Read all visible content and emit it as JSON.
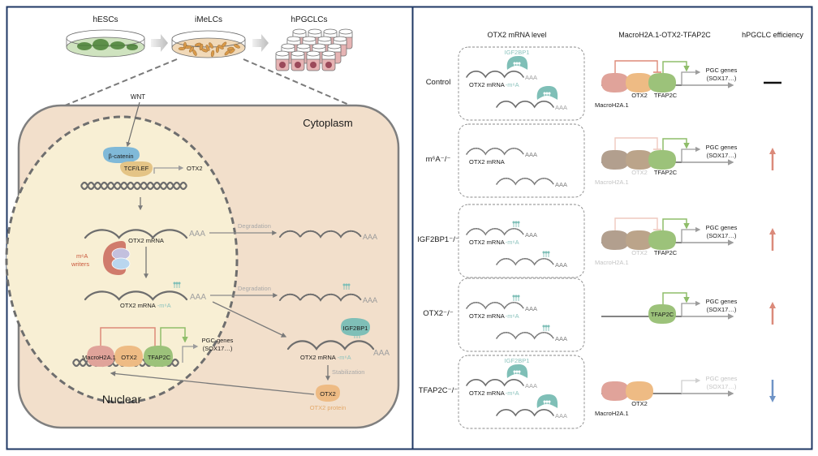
{
  "colors": {
    "frame": "#1f3864",
    "cytoplasm": "#f2dfcb",
    "nucleus": "#f8efd4",
    "outline": "#7f7f7f",
    "dna": "#6d6d6d",
    "text": "#1a1a1a",
    "gray_text": "#9a9a9a",
    "faded_text": "#c4c4c4",
    "teal": "#7fbfb7",
    "teal_text": "#8cc3bd",
    "macroh2a": "#e0a39a",
    "otx2": "#eebb84",
    "tfap2c": "#9cc27a",
    "faded_protein": "#b29f8e",
    "beta_catenin": "#80b9d8",
    "tcf_lef": "#e4c486",
    "writer_red": "#d07b6c",
    "writer_purple": "#c3c0de",
    "writer_blue": "#b9d6ef",
    "writers_text": "#c9573b",
    "otx2_protein_text": "#e3a96a",
    "up_arrow": "#db8a7a",
    "down_arrow": "#6e93c6",
    "inhibit_red": "#dd8a78",
    "activate_green": "#8fbd6a",
    "dish_green": "#cfe3bf",
    "colony_green": "#5e8f4a",
    "dish_tan": "#f1d9b8",
    "cell_orange": "#d99a4a",
    "tube_pink": "#e6b4b4",
    "pellet": "#9b4a5a"
  },
  "left_panel": {
    "stages": [
      {
        "label": "hESCs"
      },
      {
        "label": "iMeLCs"
      },
      {
        "label": "hPGCLCs"
      }
    ],
    "signal_label": "WNT",
    "cytoplasm_label": "Cytoplasm",
    "nucleus_label": "Nuclear",
    "beta_catenin_label": "β-catenin",
    "tcf_lef_label": "TCF/LEF",
    "otx2_gene_label": "OTX2",
    "mrna_label": "OTX2 mRNA",
    "mrna_m6a_prefix": "OTX2 mRNA",
    "m6a_suffix": "-m⁶A",
    "poly_a": "AAA",
    "writers_label_1": "m⁶A",
    "writers_label_2": "writers",
    "degradation_label_1": "Degradation",
    "degradation_label_2": "Degradation",
    "reader_label": "IGF2BP1",
    "stabilization_label": "Stabilization",
    "otx2_protein_shape_label": "OTX2",
    "otx2_protein_caption": "OTX2 protein",
    "complex": {
      "macroh2a": "MacroH2A.1",
      "otx2": "OTX2",
      "tfap2c": "TFAP2C"
    },
    "target_genes_1": "PGC genes",
    "target_genes_2": "(SOX17…)"
  },
  "right_panel": {
    "column_headers": {
      "mrna": "OTX2 mRNA level",
      "complex": "MacroH2A.1-OTX2-TFAP2C",
      "efficiency": "hPGCLC efficiency"
    },
    "rows": [
      {
        "label": "Control",
        "efficiency": "unchanged"
      },
      {
        "label": "m⁶A⁻/⁻",
        "efficiency": "increased"
      },
      {
        "label": "IGF2BP1⁻/⁻",
        "efficiency": "increased"
      },
      {
        "label": "OTX2⁻/⁻",
        "efficiency": "increased"
      },
      {
        "label": "TFAP2C⁻/⁻",
        "efficiency": "decreased"
      }
    ],
    "reader_label": "IGF2BP1",
    "mrna_label": "OTX2 mRNA",
    "m6a_suffix": "-m⁶A",
    "poly_a": "AAA",
    "macroh2a": "MacroH2A.1",
    "otx2": "OTX2",
    "tfap2c": "TFAP2C",
    "target_genes_1": "PGC genes",
    "target_genes_2": "(SOX17…)"
  }
}
